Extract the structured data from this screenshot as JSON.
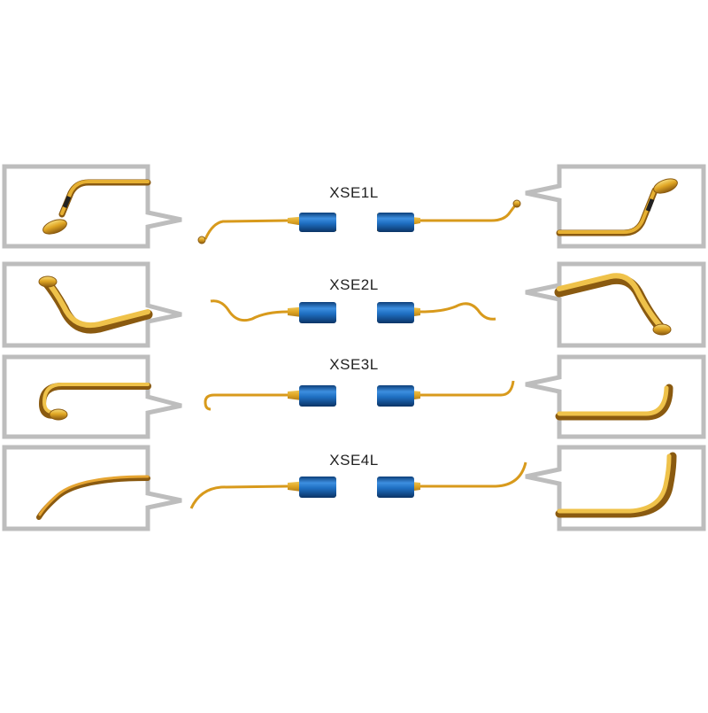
{
  "products": [
    {
      "code": "XSE1L"
    },
    {
      "code": "XSE2L"
    },
    {
      "code": "XSE3L"
    },
    {
      "code": "XSE4L"
    }
  ],
  "colors": {
    "frame": "#bdbdbd",
    "gold_light": "#f2c94c",
    "gold_mid": "#d89a1c",
    "gold_dark": "#8a5a10",
    "handle_light": "#5aa9ea",
    "handle_mid": "#1f6fc2",
    "handle_dark": "#0d3f7a",
    "label_text": "#222222"
  }
}
